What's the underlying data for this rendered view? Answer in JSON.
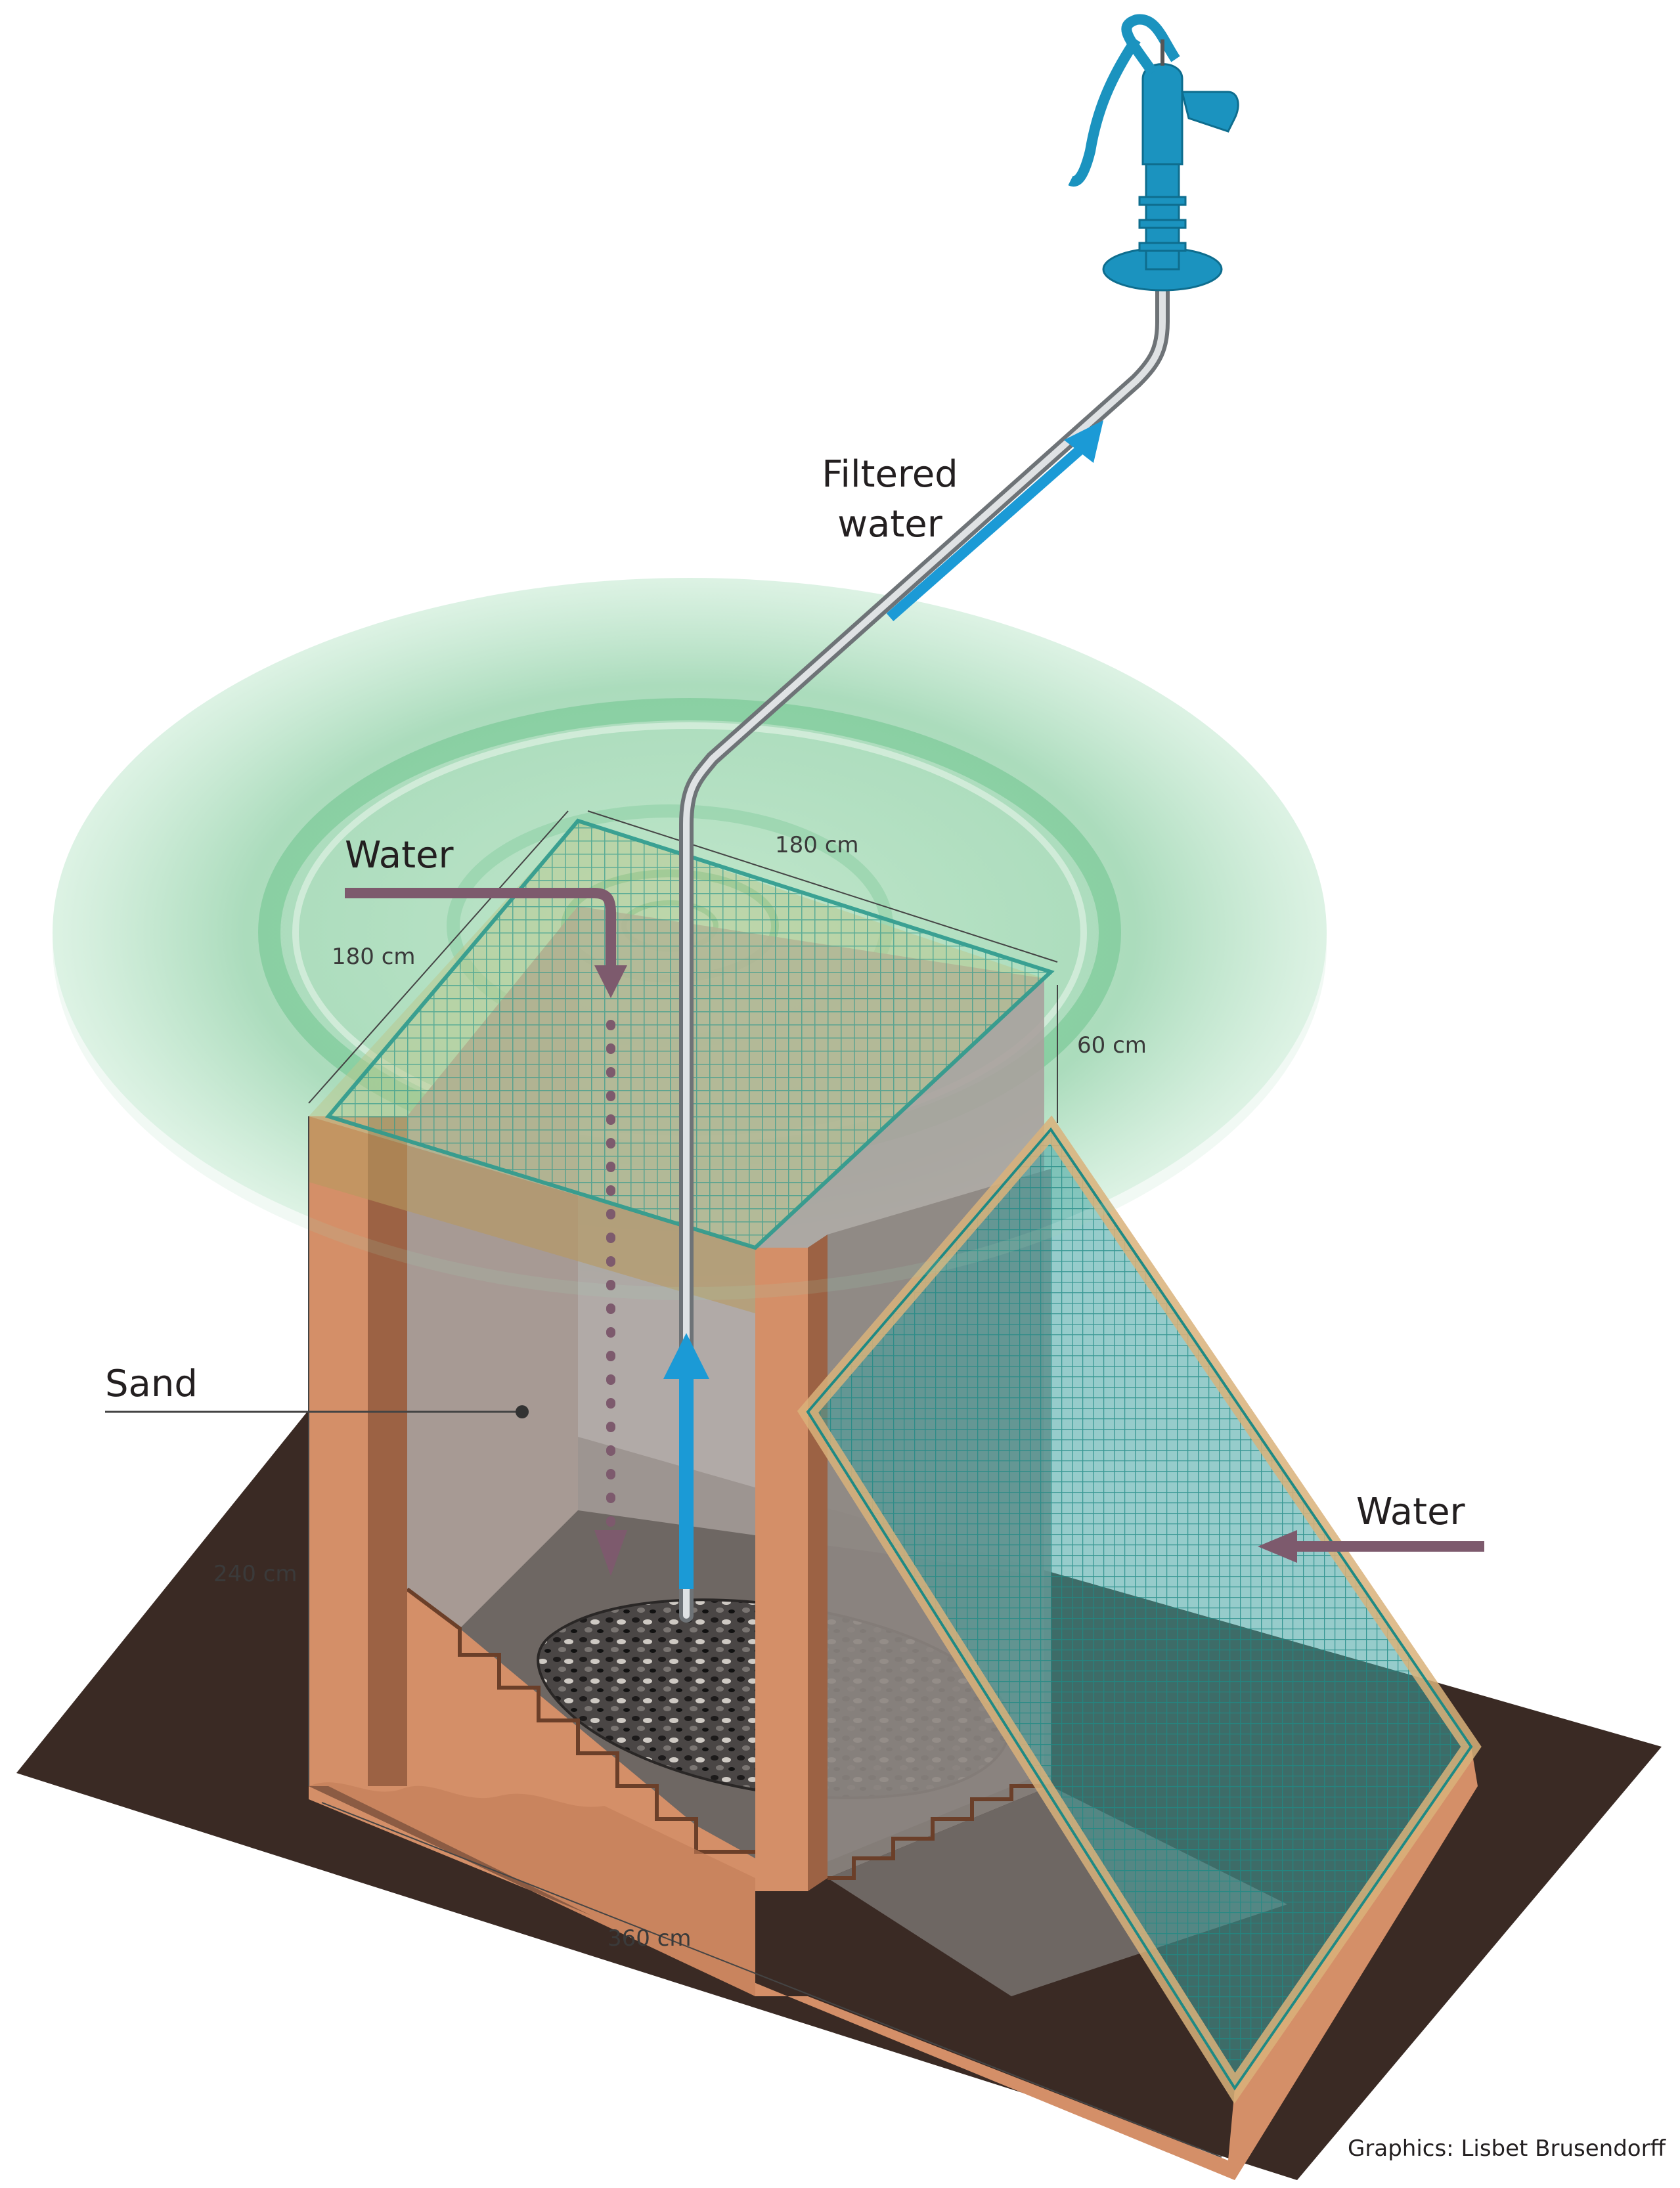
{
  "labels": {
    "filtered_water": [
      "Filtered",
      "water"
    ],
    "water_top": "Water",
    "water_side": "Water",
    "sand": "Sand"
  },
  "dimensions": {
    "width_top": "180 cm",
    "depth_left": "180 cm",
    "height_top_layer": "60 cm",
    "height_total": "240 cm",
    "length_base": "360 cm"
  },
  "credit": "Graphics: Lisbet Brusendorff",
  "colors": {
    "ground": "#3a2a24",
    "soil": "#d48f68",
    "soil_dark": "#9c6244",
    "sand": "#a8a19d",
    "water_green": "#9fd9b4",
    "mesh": "#2d9a8e",
    "pipe": "#b9bcbf",
    "flow_blue": "#1b9ad6",
    "water_arrow": "#7d5a6d",
    "pump": "#1b93bf"
  },
  "icons": [
    "hand-pump-icon"
  ]
}
